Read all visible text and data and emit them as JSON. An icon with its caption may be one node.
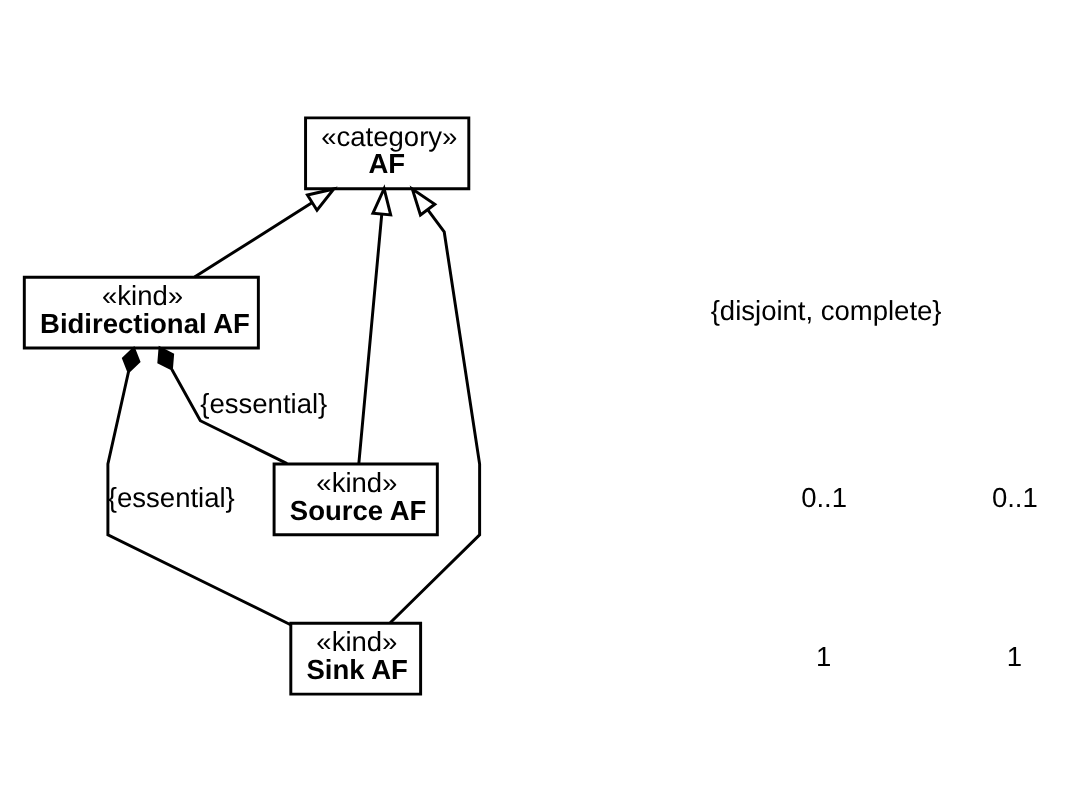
{
  "diagram": {
    "nodes": [
      {
        "text": [
          "«category»",
          "AF"
        ]
      },
      {
        "text": [
          "«kind»",
          "Bidirectional AF"
        ]
      },
      {
        "text": [
          "«kind»",
          "Source AF"
        ]
      },
      {
        "text": [
          "«kind»",
          "Sink AF"
        ]
      }
    ],
    "edges": [
      {
        "from": 1,
        "to": 0,
        "arrow": "to"
      },
      {
        "from": 2,
        "to": 0,
        "arrow": "to"
      },
      {
        "from": 3,
        "to": 0,
        "arrow": "to"
      },
      {
        "from": 1,
        "to": 2,
        "arrow": "other",
        "label": "{essential}"
      },
      {
        "from": 1,
        "to": 3,
        "arrow": "other",
        "label": "{essential}"
      }
    ],
    "labels": [
      "{disjoint, complete}",
      "0..1",
      "0..1",
      "1",
      "1"
    ]
  }
}
